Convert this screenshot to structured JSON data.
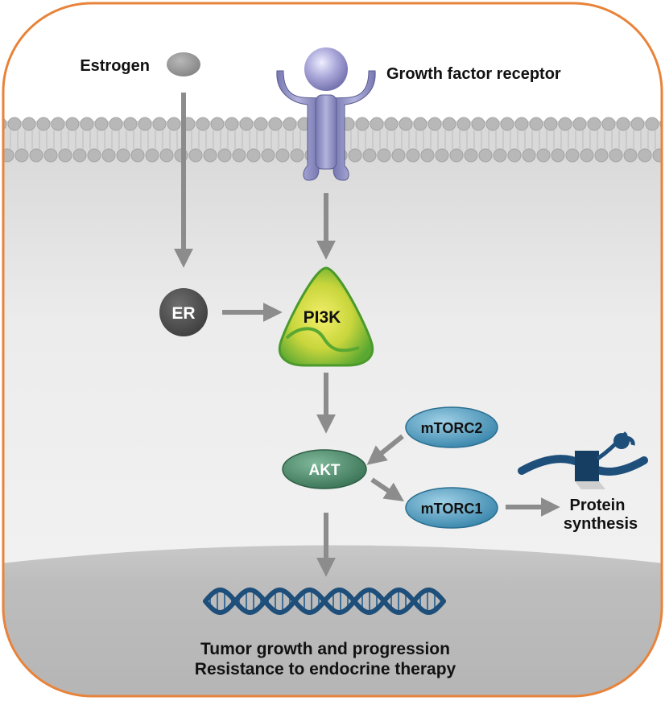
{
  "labels": {
    "estrogen": "Estrogen",
    "receptor": "Growth factor receptor",
    "er": "ER",
    "pi3k": "PI3K",
    "akt": "AKT",
    "mtorc2": "mTORC2",
    "mtorc1": "mTORC1",
    "protein_line1": "Protein",
    "protein_line2": "synthesis",
    "outcome_line1": "Tumor growth and progression",
    "outcome_line2": "Resistance to endocrine therapy"
  },
  "colors": {
    "frame": "#e8833a",
    "arrow": "#8c8c8c",
    "er_node": "#4a4a4a",
    "pi3k": "#7cc242",
    "akt": "#3f7d5e",
    "mtorc": "#3d8fb3",
    "receptor": "#8e8fc4",
    "dna": "#1e4f7a"
  },
  "icons": {
    "estrogen": "ellipse-molecule",
    "receptor": "y-shaped-receptor",
    "dna": "double-helix",
    "protein_synthesis": "ribosome-on-mrna"
  }
}
